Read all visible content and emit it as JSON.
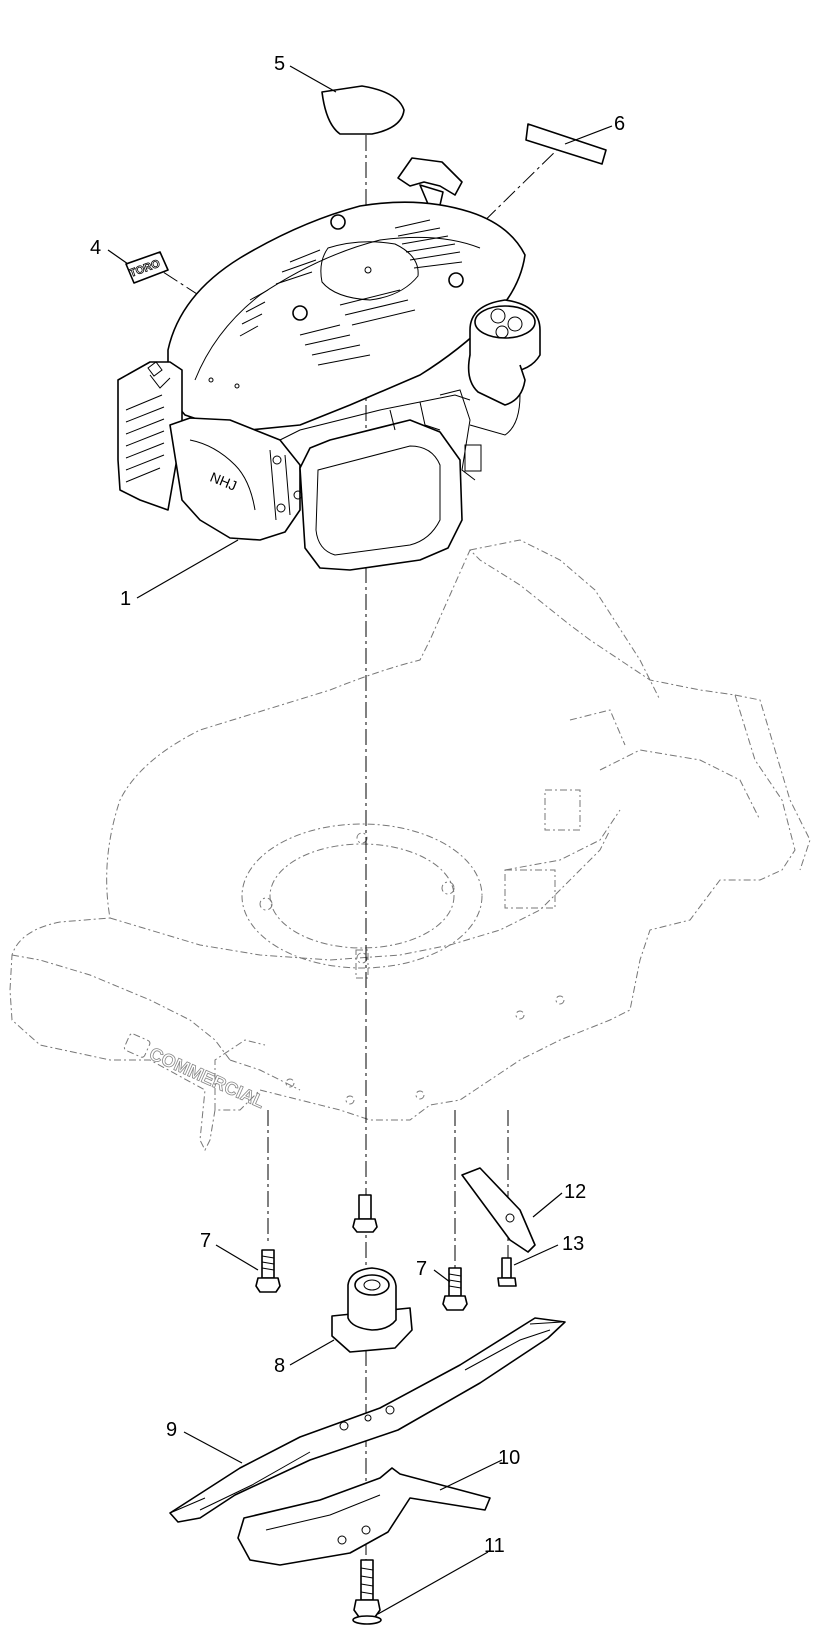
{
  "callouts": [
    {
      "id": "1",
      "label": "1"
    },
    {
      "id": "4",
      "label": "4"
    },
    {
      "id": "5",
      "label": "5"
    },
    {
      "id": "6",
      "label": "6"
    },
    {
      "id": "7a",
      "label": "7"
    },
    {
      "id": "7b",
      "label": "7"
    },
    {
      "id": "8",
      "label": "8"
    },
    {
      "id": "9",
      "label": "9"
    },
    {
      "id": "10",
      "label": "10"
    },
    {
      "id": "11",
      "label": "11"
    },
    {
      "id": "12",
      "label": "12"
    },
    {
      "id": "13",
      "label": "13"
    }
  ],
  "decal_text": "TORO",
  "deck_brand_text": "COMMERCIAL",
  "engine_mark_text": "NHJ"
}
